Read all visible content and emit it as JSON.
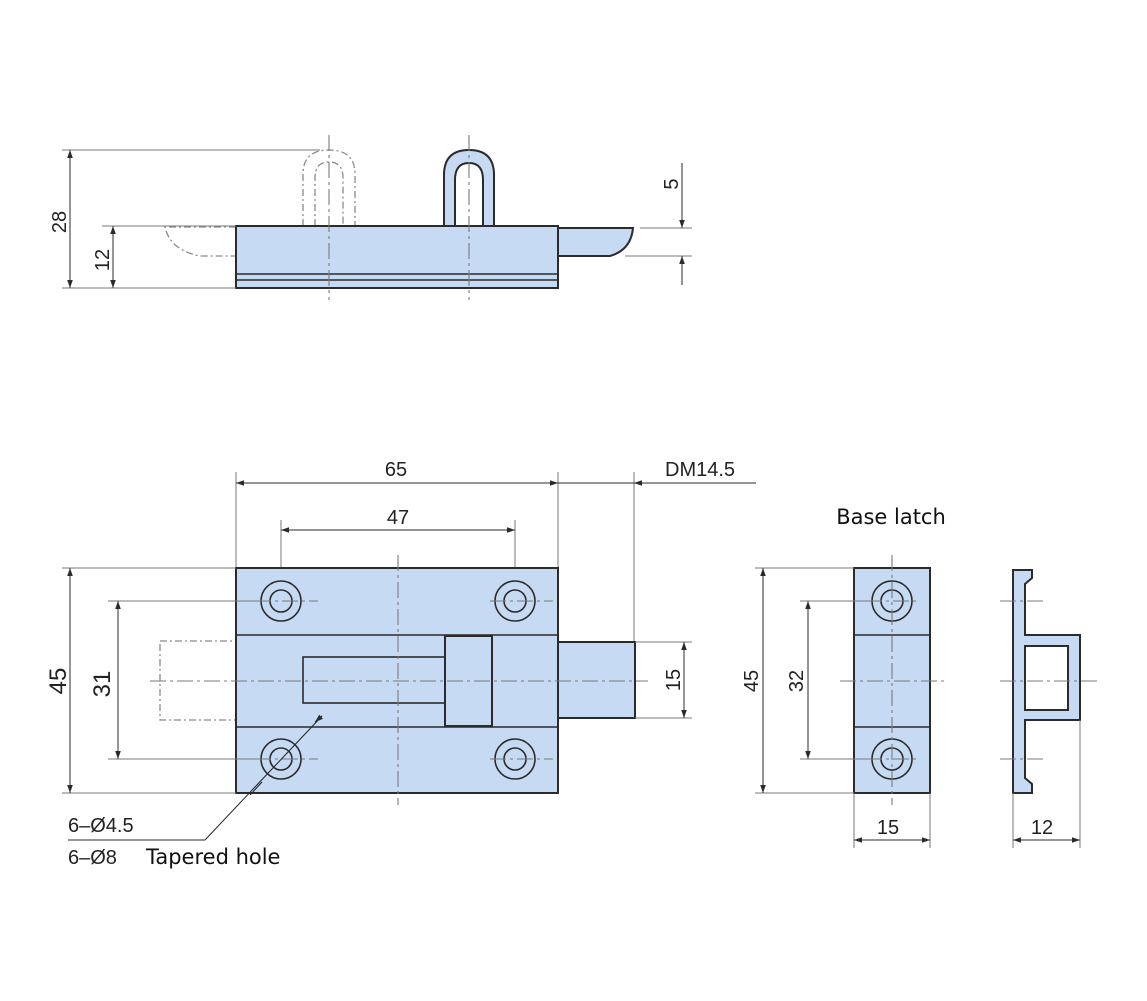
{
  "labels": {
    "base_latch": "Base latch",
    "hole_spec_1": "6–Ø4.5",
    "hole_spec_2": "6–Ø8",
    "hole_spec_note": "Tapered hole"
  },
  "dimensions": {
    "side_total_height": "28",
    "side_body_height": "12",
    "side_bolt_offset": "5",
    "front_width": "65",
    "front_hole_spacing_x": "47",
    "bolt_diameter": "DM14.5",
    "front_height": "45",
    "front_hole_spacing_y": "31",
    "bolt_width": "15",
    "latch_height": "45",
    "latch_hole_spacing": "32",
    "latch_width": "15",
    "latch_depth": "12"
  }
}
